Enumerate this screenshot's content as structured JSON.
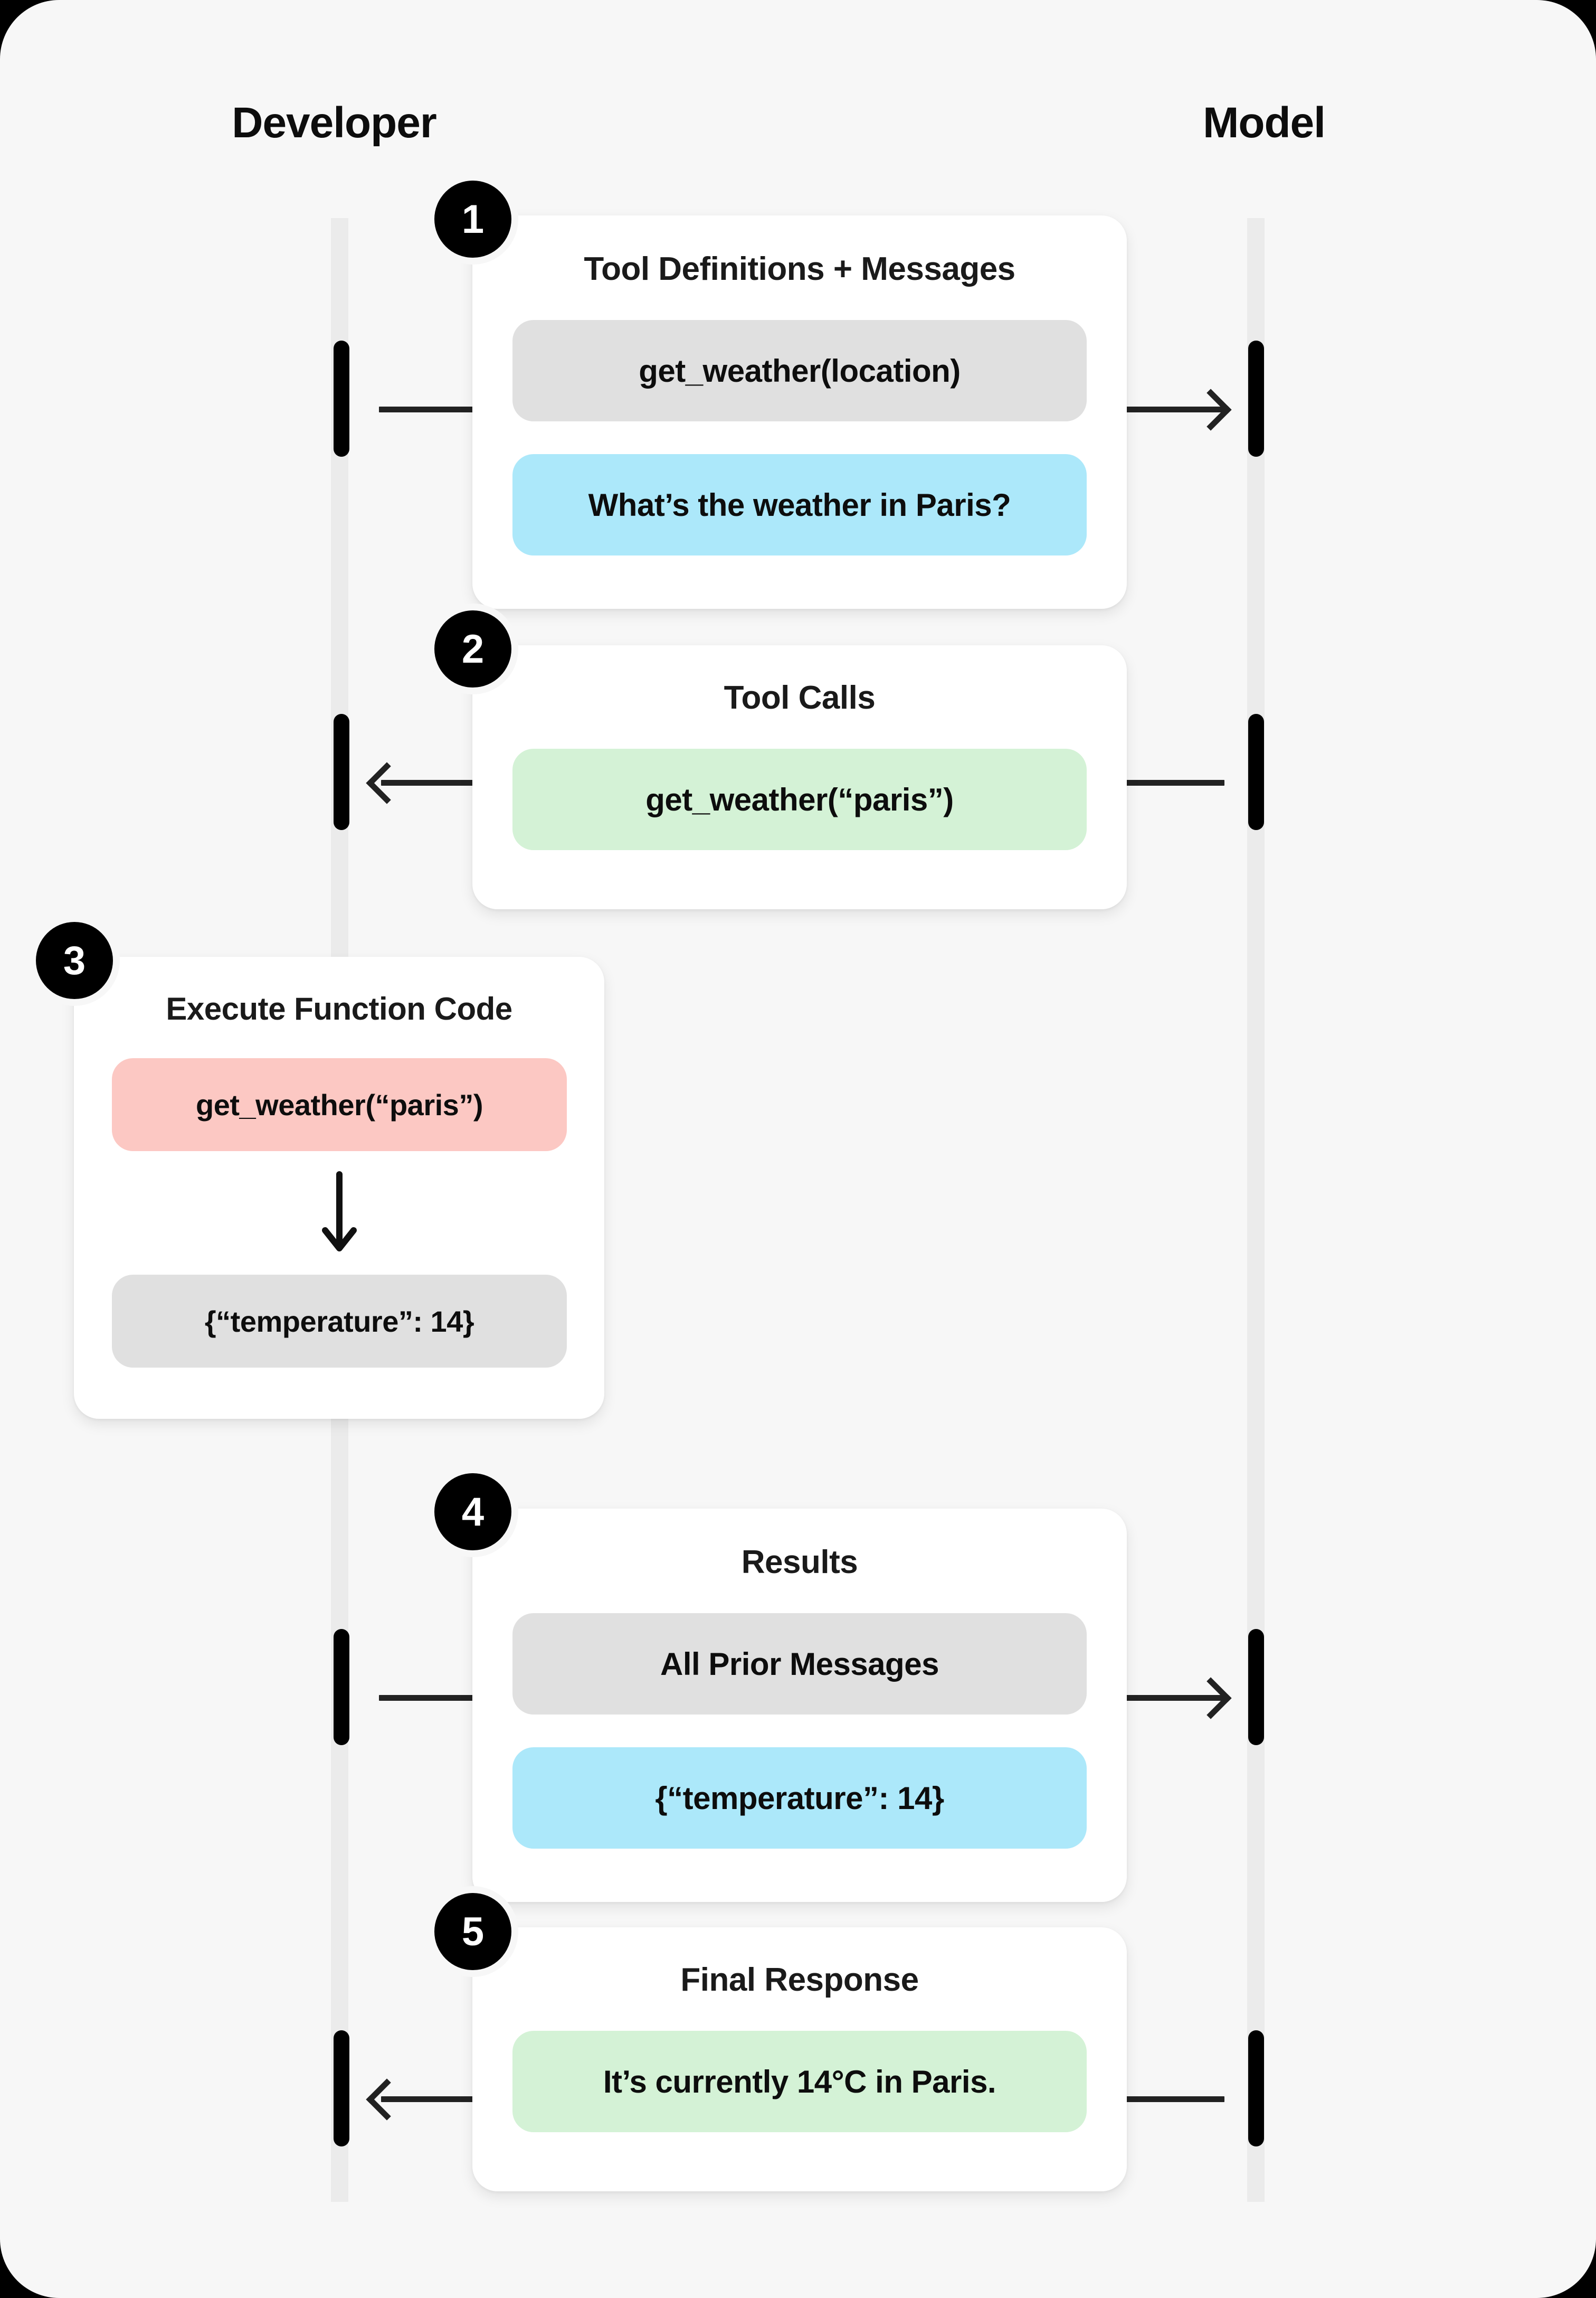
{
  "columns": {
    "left_label": "Developer",
    "right_label": "Model"
  },
  "colors": {
    "page_background": "#F7F7F7",
    "outer_background": "#000000",
    "lifeline": "#EBEBEB",
    "activation": "#000000",
    "connector": "#222222",
    "card": "#FFFFFF",
    "badge": "#000000",
    "pill_grey": "#E0E0E0",
    "pill_blue": "#ACE8FA",
    "pill_green": "#D4F2D6",
    "pill_pink": "#FCC8C3",
    "text": "#0D0D0D"
  },
  "steps": [
    {
      "number": "1",
      "title": "Tool Definitions + Messages",
      "direction": "developer-to-model",
      "pills": [
        {
          "text": "get_weather(location)",
          "color": "grey"
        },
        {
          "text": "What’s the weather in Paris?",
          "color": "blue"
        }
      ]
    },
    {
      "number": "2",
      "title": "Tool Calls",
      "direction": "model-to-developer",
      "pills": [
        {
          "text": "get_weather(“paris”)",
          "color": "green"
        }
      ]
    },
    {
      "number": "3",
      "title": "Execute Function Code",
      "direction": "developer-internal",
      "pills": [
        {
          "text": "get_weather(“paris”)",
          "color": "pink"
        },
        {
          "text": "{“temperature”: 14}",
          "color": "grey"
        }
      ],
      "connector_icon": "down-arrow-icon"
    },
    {
      "number": "4",
      "title": "Results",
      "direction": "developer-to-model",
      "pills": [
        {
          "text": "All Prior Messages",
          "color": "grey"
        },
        {
          "text": "{“temperature”: 14}",
          "color": "blue"
        }
      ]
    },
    {
      "number": "5",
      "title": "Final Response",
      "direction": "model-to-developer",
      "pills": [
        {
          "text": "It’s currently 14°C in Paris.",
          "color": "green"
        }
      ]
    }
  ]
}
